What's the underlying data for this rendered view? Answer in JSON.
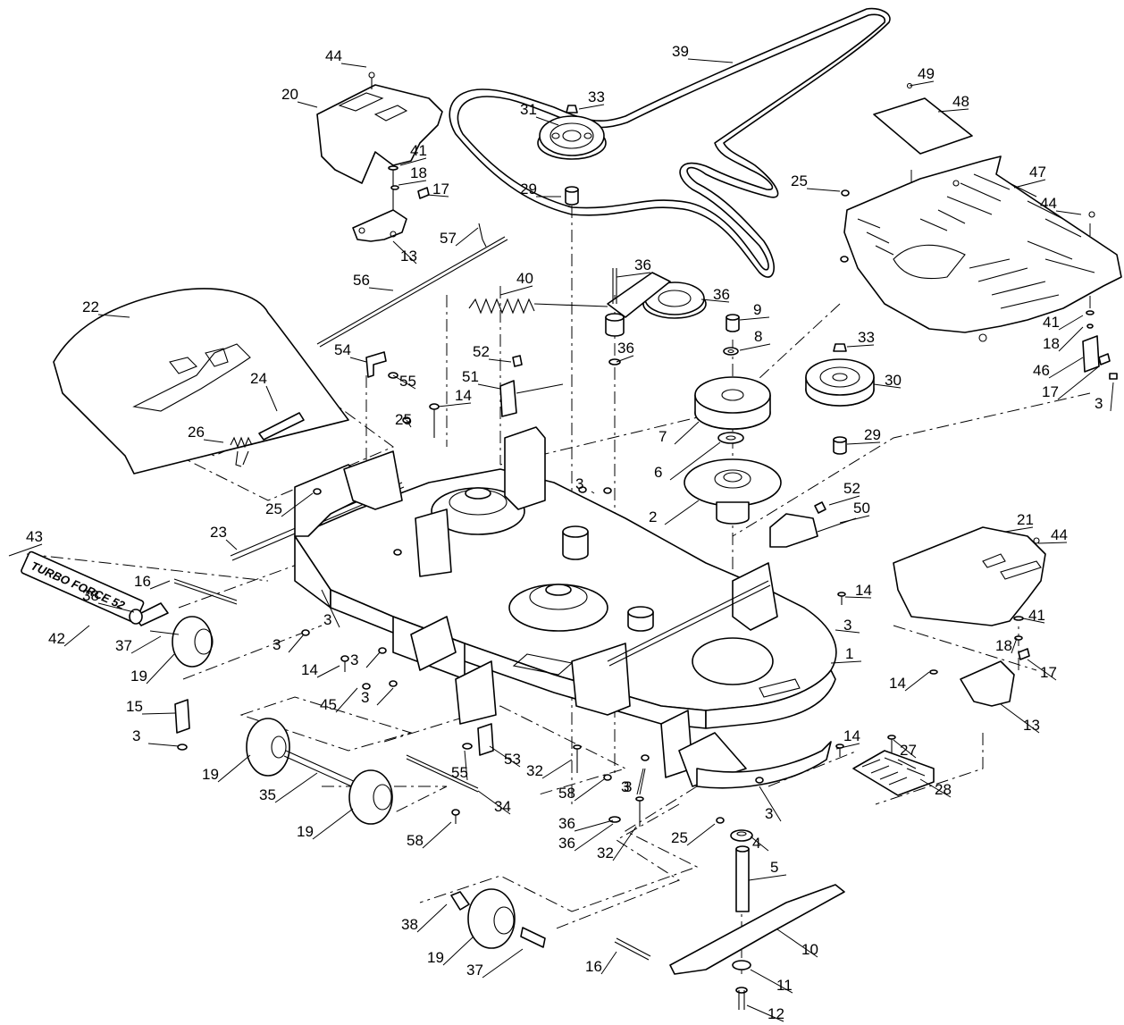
{
  "diagram": {
    "decal_text": "TURBO FORCE 52",
    "callouts": [
      {
        "id": "c1",
        "text": "44"
      },
      {
        "id": "c2",
        "text": "20"
      },
      {
        "id": "c3",
        "text": "41"
      },
      {
        "id": "c4",
        "text": "18"
      },
      {
        "id": "c5",
        "text": "17"
      },
      {
        "id": "c6",
        "text": "13"
      },
      {
        "id": "c7",
        "text": "57"
      },
      {
        "id": "c8",
        "text": "56"
      },
      {
        "id": "c9",
        "text": "22"
      },
      {
        "id": "c10",
        "text": "24"
      },
      {
        "id": "c11",
        "text": "26"
      },
      {
        "id": "c12",
        "text": "54"
      },
      {
        "id": "c13",
        "text": "55"
      },
      {
        "id": "c14",
        "text": "14"
      },
      {
        "id": "c15",
        "text": "25"
      },
      {
        "id": "c16",
        "text": "25"
      },
      {
        "id": "c17",
        "text": "23"
      },
      {
        "id": "c18",
        "text": "43"
      },
      {
        "id": "c19",
        "text": "16"
      },
      {
        "id": "c20",
        "text": "38"
      },
      {
        "id": "c21",
        "text": "42"
      },
      {
        "id": "c22",
        "text": "37"
      },
      {
        "id": "c23",
        "text": "19"
      },
      {
        "id": "c24",
        "text": "3"
      },
      {
        "id": "c25",
        "text": "3"
      },
      {
        "id": "c26",
        "text": "14"
      },
      {
        "id": "c27",
        "text": "3"
      },
      {
        "id": "c28",
        "text": "45"
      },
      {
        "id": "c29",
        "text": "3"
      },
      {
        "id": "c30",
        "text": "15"
      },
      {
        "id": "c31",
        "text": "3"
      },
      {
        "id": "c32",
        "text": "19"
      },
      {
        "id": "c33",
        "text": "35"
      },
      {
        "id": "c34",
        "text": "19"
      },
      {
        "id": "c35",
        "text": "55"
      },
      {
        "id": "c36",
        "text": "53"
      },
      {
        "id": "c37",
        "text": "34"
      },
      {
        "id": "c38",
        "text": "58"
      },
      {
        "id": "c39",
        "text": "32"
      },
      {
        "id": "c40",
        "text": "58"
      },
      {
        "id": "c41",
        "text": "3"
      },
      {
        "id": "c42",
        "text": "36"
      },
      {
        "id": "c43",
        "text": "36"
      },
      {
        "id": "c44",
        "text": "32"
      },
      {
        "id": "c45",
        "text": "38"
      },
      {
        "id": "c46",
        "text": "19"
      },
      {
        "id": "c47",
        "text": "37"
      },
      {
        "id": "c48",
        "text": "16"
      },
      {
        "id": "c49",
        "text": "39"
      },
      {
        "id": "c50",
        "text": "31"
      },
      {
        "id": "c51",
        "text": "33"
      },
      {
        "id": "c52",
        "text": "29"
      },
      {
        "id": "c53",
        "text": "40"
      },
      {
        "id": "c54",
        "text": "36"
      },
      {
        "id": "c55",
        "text": "36"
      },
      {
        "id": "c56",
        "text": "36"
      },
      {
        "id": "c57",
        "text": "52"
      },
      {
        "id": "c58",
        "text": "51"
      },
      {
        "id": "c59",
        "text": "3"
      },
      {
        "id": "c60",
        "text": "9"
      },
      {
        "id": "c61",
        "text": "8"
      },
      {
        "id": "c62",
        "text": "7"
      },
      {
        "id": "c63",
        "text": "6"
      },
      {
        "id": "c64",
        "text": "2"
      },
      {
        "id": "c65",
        "text": "33"
      },
      {
        "id": "c66",
        "text": "30"
      },
      {
        "id": "c67",
        "text": "29"
      },
      {
        "id": "c68",
        "text": "52"
      },
      {
        "id": "c69",
        "text": "50"
      },
      {
        "id": "c70",
        "text": "49"
      },
      {
        "id": "c71",
        "text": "48"
      },
      {
        "id": "c72",
        "text": "47"
      },
      {
        "id": "c73",
        "text": "25"
      },
      {
        "id": "c74",
        "text": "44"
      },
      {
        "id": "c75",
        "text": "41"
      },
      {
        "id": "c76",
        "text": "18"
      },
      {
        "id": "c77",
        "text": "46"
      },
      {
        "id": "c78",
        "text": "17"
      },
      {
        "id": "c79",
        "text": "3"
      },
      {
        "id": "c80",
        "text": "21"
      },
      {
        "id": "c81",
        "text": "44"
      },
      {
        "id": "c82",
        "text": "14"
      },
      {
        "id": "c83",
        "text": "3"
      },
      {
        "id": "c84",
        "text": "1"
      },
      {
        "id": "c85",
        "text": "41"
      },
      {
        "id": "c86",
        "text": "18"
      },
      {
        "id": "c87",
        "text": "17"
      },
      {
        "id": "c88",
        "text": "14"
      },
      {
        "id": "c89",
        "text": "13"
      },
      {
        "id": "c90",
        "text": "14"
      },
      {
        "id": "c91",
        "text": "27"
      },
      {
        "id": "c92",
        "text": "28"
      },
      {
        "id": "c93",
        "text": "3"
      },
      {
        "id": "c94",
        "text": "25"
      },
      {
        "id": "c95",
        "text": "4"
      },
      {
        "id": "c96",
        "text": "5"
      },
      {
        "id": "c97",
        "text": "10"
      },
      {
        "id": "c98",
        "text": "11"
      },
      {
        "id": "c99",
        "text": "12"
      },
      {
        "id": "c100",
        "text": "3"
      }
    ]
  }
}
